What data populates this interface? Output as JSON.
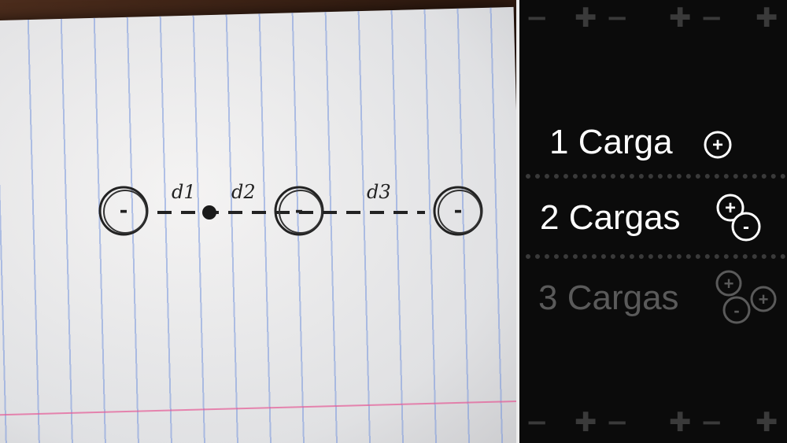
{
  "diagram": {
    "labels": [
      "d1",
      "d2",
      "d3"
    ],
    "charges": [
      "-",
      "-",
      "-"
    ]
  },
  "menu": {
    "items": [
      {
        "label": "1 Carga",
        "state": "active",
        "charge_icons": [
          "+"
        ]
      },
      {
        "label": "2 Cargas",
        "state": "active",
        "charge_icons": [
          "+",
          "-"
        ]
      },
      {
        "label": "3 Cargas",
        "state": "disabled",
        "charge_icons": [
          "+",
          "-",
          "+"
        ]
      }
    ]
  },
  "colors": {
    "panel_bg": "#0b0b0b",
    "text_active": "#ffffff",
    "text_disabled": "#5a5a5a",
    "paper_line": "#7896dc",
    "margin_line": "#e65a96"
  }
}
